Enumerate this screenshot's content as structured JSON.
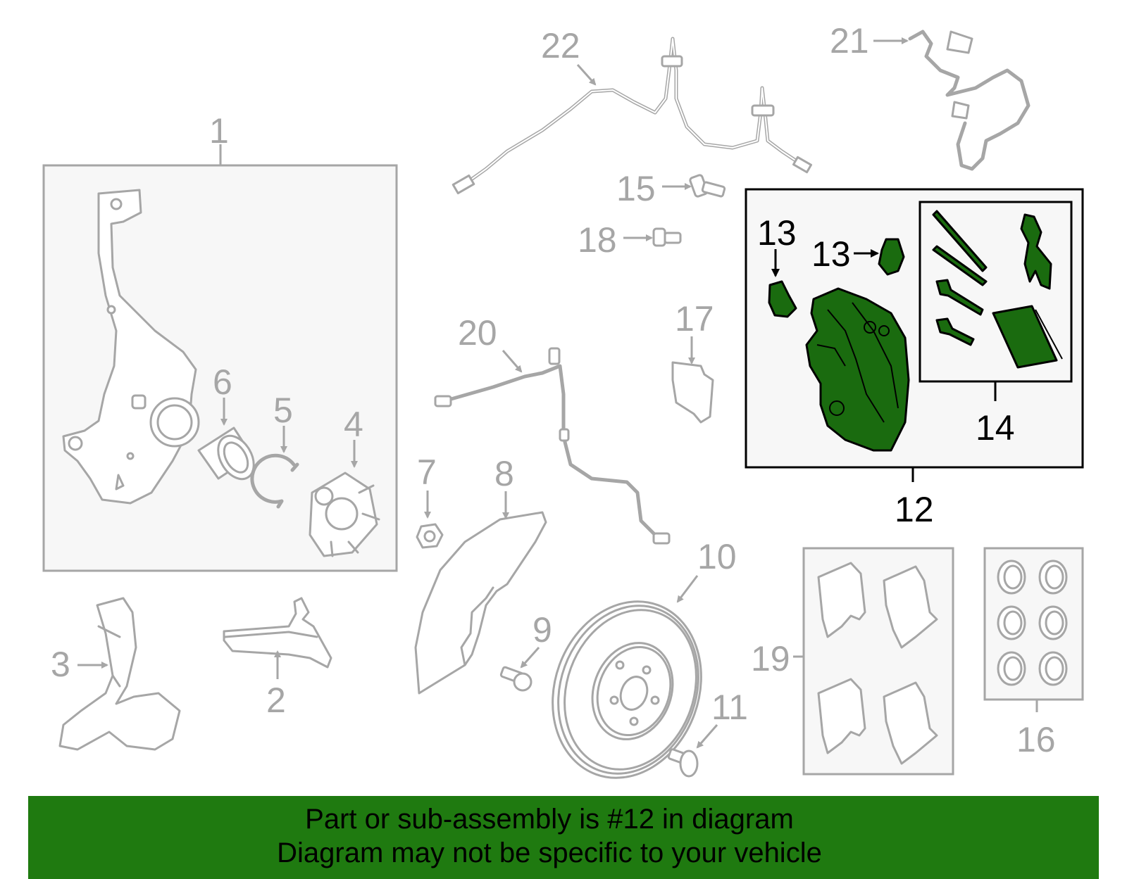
{
  "callouts": {
    "c1": "1",
    "c2": "2",
    "c3": "3",
    "c4": "4",
    "c5": "5",
    "c6": "6",
    "c7": "7",
    "c8": "8",
    "c9": "9",
    "c10": "10",
    "c11": "11",
    "c12": "12",
    "c13a": "13",
    "c13b": "13",
    "c14": "14",
    "c15": "15",
    "c16": "16",
    "c17": "17",
    "c18": "18",
    "c19": "19",
    "c20": "20",
    "c21": "21",
    "c22": "22"
  },
  "highlight": {
    "part_number": "12",
    "color": "#1f7a10"
  },
  "banner": {
    "line1": "Part or sub-assembly is #12 in diagram",
    "line2": "Diagram may not be specific to your vehicle"
  }
}
